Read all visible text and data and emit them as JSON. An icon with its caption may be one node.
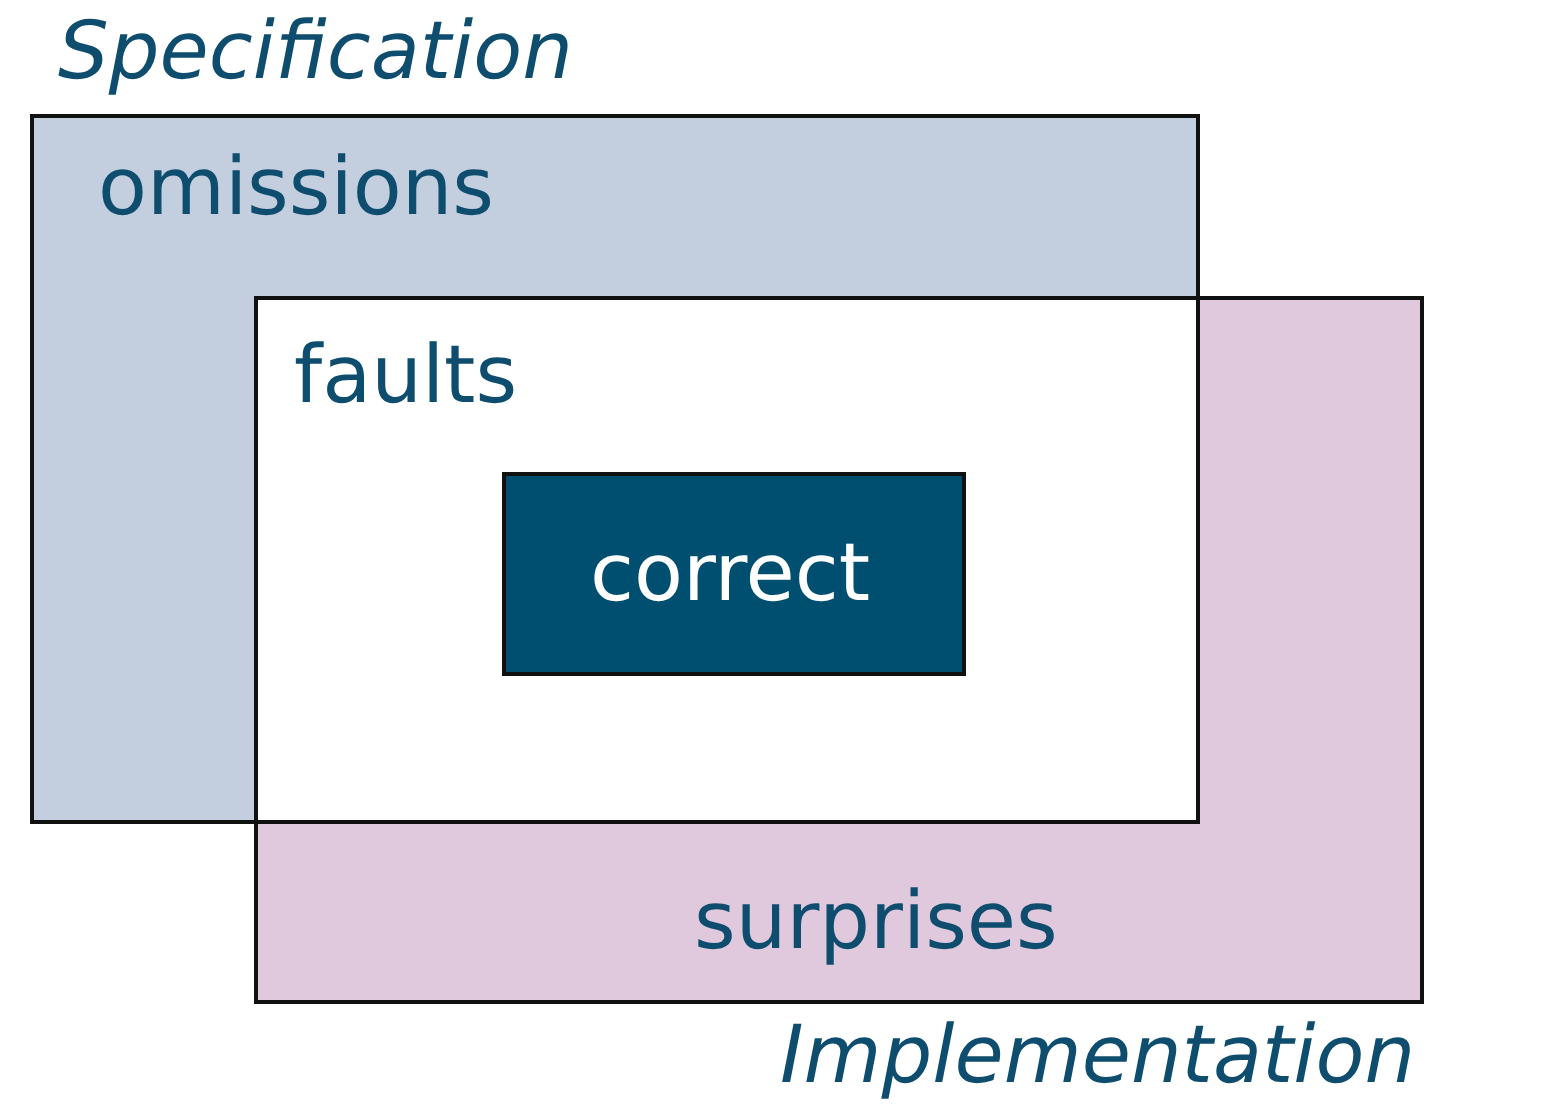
{
  "diagram": {
    "nodes": [
      {
        "text": [
          "Specification",
          "omissions"
        ]
      },
      {
        "text": [
          "surprises",
          "Implementation"
        ]
      },
      {
        "text": [
          "faults"
        ]
      },
      {
        "text": [
          "correct"
        ]
      }
    ]
  }
}
